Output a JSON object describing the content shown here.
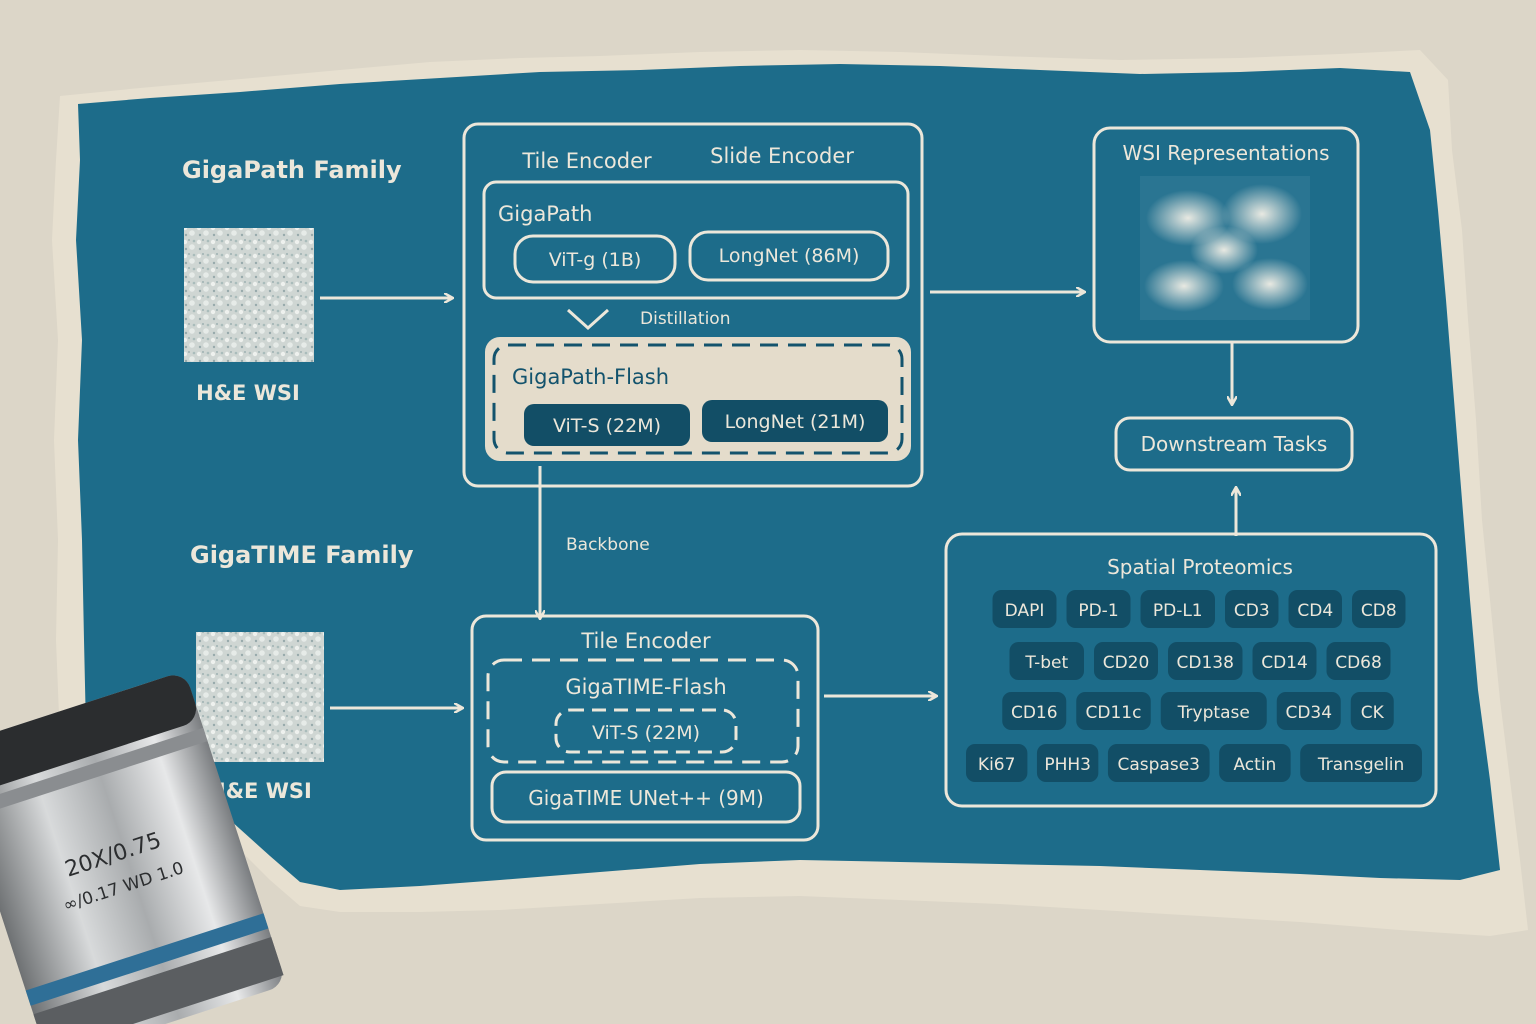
{
  "colors": {
    "paper": "#dcd6c8",
    "blueprint": "#1d6c8a",
    "blueprint_dark": "#13536d",
    "chalk": "#ece7da",
    "pill_dark": "#124e66",
    "flash_box": "#e4dccb"
  },
  "families": {
    "gigapath": "GigaPath Family",
    "gigatime": "GigaTIME Family"
  },
  "inputs": {
    "gigapath_input": "H&E WSI",
    "gigatime_input": "H&E WSI"
  },
  "gigapath_block": {
    "tile_encoder_label": "Tile Encoder",
    "slide_encoder_label": "Slide Encoder",
    "gigapath_title": "GigaPath",
    "vit_g": "ViT-g (1B)",
    "longnet_86m": "LongNet (86M)",
    "distillation_label": "Distillation",
    "flash_title": "GigaPath-Flash",
    "vit_s": "ViT-S (22M)",
    "longnet_21m": "LongNet (21M)"
  },
  "backbone_label": "Backbone",
  "gigatime_block": {
    "tile_encoder_label": "Tile Encoder",
    "flash_title": "GigaTIME-Flash",
    "vit_s": "ViT-S (22M)",
    "unet": "GigaTIME UNet++ (9M)"
  },
  "wsi_representations": {
    "title": "WSI Representations",
    "image_icon": "embedding-scatter-icon"
  },
  "downstream_tasks": "Downstream Tasks",
  "spatial_proteomics": {
    "title": "Spatial Proteomics",
    "markers": [
      [
        "DAPI",
        "PD-1",
        "PD-L1",
        "CD3",
        "CD4",
        "CD8"
      ],
      [
        "T-bet",
        "CD20",
        "CD138",
        "CD14",
        "CD68"
      ],
      [
        "CD16",
        "CD11c",
        "Tryptase",
        "CD34",
        "CK"
      ],
      [
        "Ki67",
        "PHH3",
        "Caspase3",
        "Actin",
        "Transgelin"
      ]
    ]
  },
  "objective_lens": {
    "magnification": "20X/0.75",
    "spec": "∞/0.17 WD 1.0"
  }
}
